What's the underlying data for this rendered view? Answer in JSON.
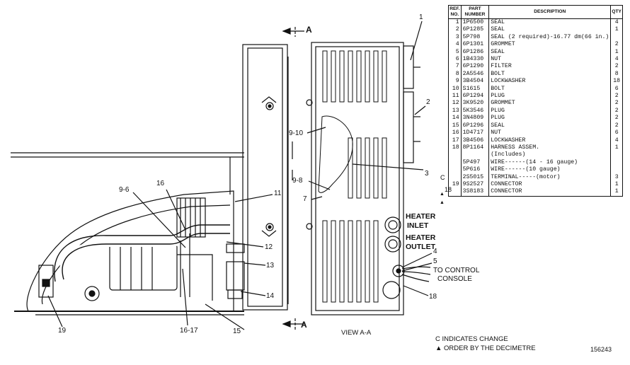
{
  "parts_table": {
    "headers": {
      "ref": "REF. NO.",
      "part": "PART NUMBER",
      "desc": "DESCRIPTION",
      "qty": "QTY"
    },
    "rows": [
      {
        "ref": "1",
        "part": "1P6500",
        "desc": "SEAL",
        "qty": "4"
      },
      {
        "ref": "2",
        "part": "6P1285",
        "desc": "SEAL",
        "qty": "1"
      },
      {
        "ref": "3",
        "part": "5P798",
        "desc": "SEAL (2 required)-16.77 dm(66 in.)",
        "qty": ""
      },
      {
        "ref": "4",
        "part": "6P1301",
        "desc": "GROMMET",
        "qty": "2"
      },
      {
        "ref": "5",
        "part": "6P1286",
        "desc": "SEAL",
        "qty": "1"
      },
      {
        "ref": "6",
        "part": "1B4330",
        "desc": "NUT",
        "qty": "4"
      },
      {
        "ref": "7",
        "part": "6P1290",
        "desc": "FILTER",
        "qty": "2"
      },
      {
        "ref": "8",
        "part": "2A5546",
        "desc": "BOLT",
        "qty": "8"
      },
      {
        "ref": "9",
        "part": "3B4504",
        "desc": "LOCKWASHER",
        "qty": "18"
      },
      {
        "ref": "10",
        "part": "S1615",
        "desc": "BOLT",
        "qty": "6"
      },
      {
        "ref": "11",
        "part": "6P1294",
        "desc": "PLUG",
        "qty": "2"
      },
      {
        "ref": "12",
        "part": "3K9520",
        "desc": "GROMMET",
        "qty": "2"
      },
      {
        "ref": "13",
        "part": "5K3546",
        "desc": "PLUG",
        "qty": "2"
      },
      {
        "ref": "14",
        "part": "3N4809",
        "desc": "PLUG",
        "qty": "2"
      },
      {
        "ref": "15",
        "part": "6P1296",
        "desc": "SEAL",
        "qty": "2"
      },
      {
        "ref": "16",
        "part": "1D4717",
        "desc": "NUT",
        "qty": "6"
      },
      {
        "ref": "17",
        "part": "3B4506",
        "desc": "LOCKWASHER",
        "qty": "4"
      },
      {
        "ref": "18",
        "part": "8P1164",
        "desc": "HARNESS ASSEM.",
        "qty": "1"
      },
      {
        "ref": "",
        "part": "",
        "desc": "(Includes)",
        "qty": ""
      },
      {
        "ref": "",
        "part": "5P497",
        "desc": "WIRE------(14 - 16 gauge)",
        "qty": ""
      },
      {
        "ref": "",
        "part": "5P616",
        "desc": "WIRE------(10 gauge)",
        "qty": ""
      },
      {
        "ref": "",
        "part": "2S5015",
        "desc": "TERMINAL-----(motor)",
        "qty": "3"
      },
      {
        "ref": "19",
        "part": "9S2527",
        "desc": "CONNECTOR",
        "qty": "1"
      },
      {
        "ref": "",
        "part": "3S8183",
        "desc": "CONNECTOR",
        "qty": "1"
      }
    ]
  },
  "margin_marks": {
    "change": "C",
    "row18": "18",
    "order1": "▲",
    "order2": "▲"
  },
  "view_markers": {
    "top": "A",
    "bottom": "A"
  },
  "callouts": {
    "c1": "1",
    "c2": "2",
    "c3": "3",
    "c4": "4",
    "c5": "5",
    "c7": "7",
    "c9_10": "9-10",
    "c9_8": "9-8",
    "c9_6": "9-6",
    "c11": "11",
    "c12": "12",
    "c13": "13",
    "c14": "14",
    "c15": "15",
    "c16": "16",
    "c16_17": "16-17",
    "c18": "18",
    "c19": "19"
  },
  "labels": {
    "heater_inlet_1": "HEATER",
    "heater_inlet_2": "INLET",
    "heater_outlet_1": "HEATER",
    "heater_outlet_2": "OUTLET",
    "to_control_1": "TO CONTROL",
    "to_control_2": "CONSOLE",
    "view_aa": "VIEW A-A"
  },
  "legend": {
    "change": "C INDICATES CHANGE",
    "order": "▲ ORDER BY THE DECIMETRE",
    "figure_number": "156243"
  }
}
